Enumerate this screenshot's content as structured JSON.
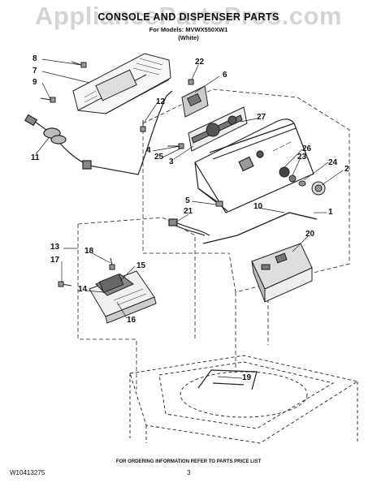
{
  "watermark": "AppliancePartsPros.com",
  "title": "CONSOLE AND DISPENSER PARTS",
  "models_line": "For Models: MVWX550XW1",
  "variant": "(White)",
  "callouts": [
    {
      "id": "c8",
      "text": "8"
    },
    {
      "id": "c7",
      "text": "7"
    },
    {
      "id": "c9",
      "text": "9"
    },
    {
      "id": "c22",
      "text": "22"
    },
    {
      "id": "c6",
      "text": "6"
    },
    {
      "id": "c12",
      "text": "12"
    },
    {
      "id": "c11",
      "text": "11"
    },
    {
      "id": "c27",
      "text": "27"
    },
    {
      "id": "c4",
      "text": "4"
    },
    {
      "id": "c25",
      "text": "25"
    },
    {
      "id": "c3",
      "text": "3"
    },
    {
      "id": "c26",
      "text": "26"
    },
    {
      "id": "c23",
      "text": "23"
    },
    {
      "id": "c24",
      "text": "24"
    },
    {
      "id": "c2",
      "text": "2"
    },
    {
      "id": "c5",
      "text": "5"
    },
    {
      "id": "c21",
      "text": "21"
    },
    {
      "id": "c10",
      "text": "10"
    },
    {
      "id": "c1",
      "text": "1"
    },
    {
      "id": "c20",
      "text": "20"
    },
    {
      "id": "c13",
      "text": "13"
    },
    {
      "id": "c18",
      "text": "18"
    },
    {
      "id": "c17",
      "text": "17"
    },
    {
      "id": "c15",
      "text": "15"
    },
    {
      "id": "c14",
      "text": "14"
    },
    {
      "id": "c16",
      "text": "16"
    },
    {
      "id": "c19",
      "text": "19"
    }
  ],
  "footer_note": "FOR ORDERING INFORMATION REFER TO PARTS PRICE LIST",
  "doc_number": "W10413275",
  "page_number": "3"
}
